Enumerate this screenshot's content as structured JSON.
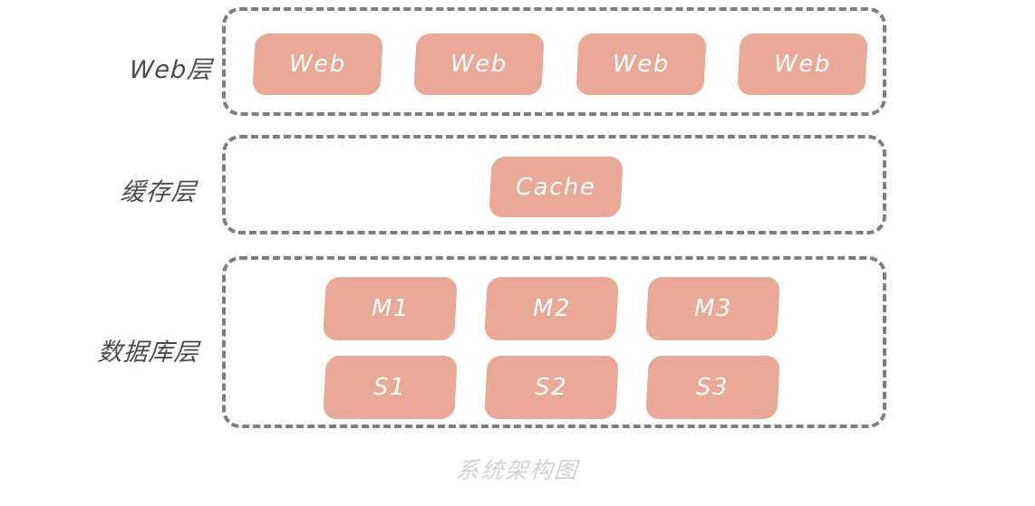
{
  "diagram": {
    "caption": "系统架构图",
    "colors": {
      "node_fill": "#eaa996",
      "node_text": "#ffffff",
      "container_border": "#7e7e7e",
      "label_text": "#4a4a4a",
      "caption_text": "#d2d2d2",
      "background": "#ffffff"
    },
    "tiers": [
      {
        "id": "web",
        "label": "Web层",
        "nodes": [
          {
            "id": "web-1",
            "label": "Web"
          },
          {
            "id": "web-2",
            "label": "Web"
          },
          {
            "id": "web-3",
            "label": "Web"
          },
          {
            "id": "web-4",
            "label": "Web"
          }
        ]
      },
      {
        "id": "cache",
        "label": "缓存层",
        "nodes": [
          {
            "id": "cache-1",
            "label": "Cache"
          }
        ]
      },
      {
        "id": "database",
        "label": "数据库层",
        "nodes": [
          {
            "id": "db-m1",
            "label": "M1"
          },
          {
            "id": "db-m2",
            "label": "M2"
          },
          {
            "id": "db-m3",
            "label": "M3"
          },
          {
            "id": "db-s1",
            "label": "S1"
          },
          {
            "id": "db-s2",
            "label": "S2"
          },
          {
            "id": "db-s3",
            "label": "S3"
          }
        ]
      }
    ]
  }
}
